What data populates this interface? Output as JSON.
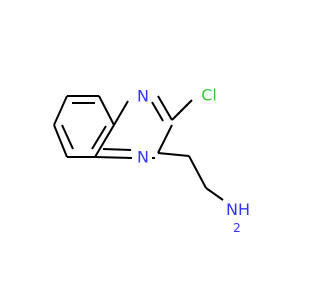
{
  "molecule": {
    "atoms": {
      "n1": {
        "text": "N",
        "color": "#3333ff"
      },
      "n4": {
        "text": "N",
        "color": "#3333ff"
      },
      "cl": {
        "text": "Cl",
        "color": "#33cc33"
      },
      "nh2": {
        "text": "NH",
        "subscript": "2",
        "color": "#3333ff"
      }
    },
    "bond_color": "#000000"
  }
}
